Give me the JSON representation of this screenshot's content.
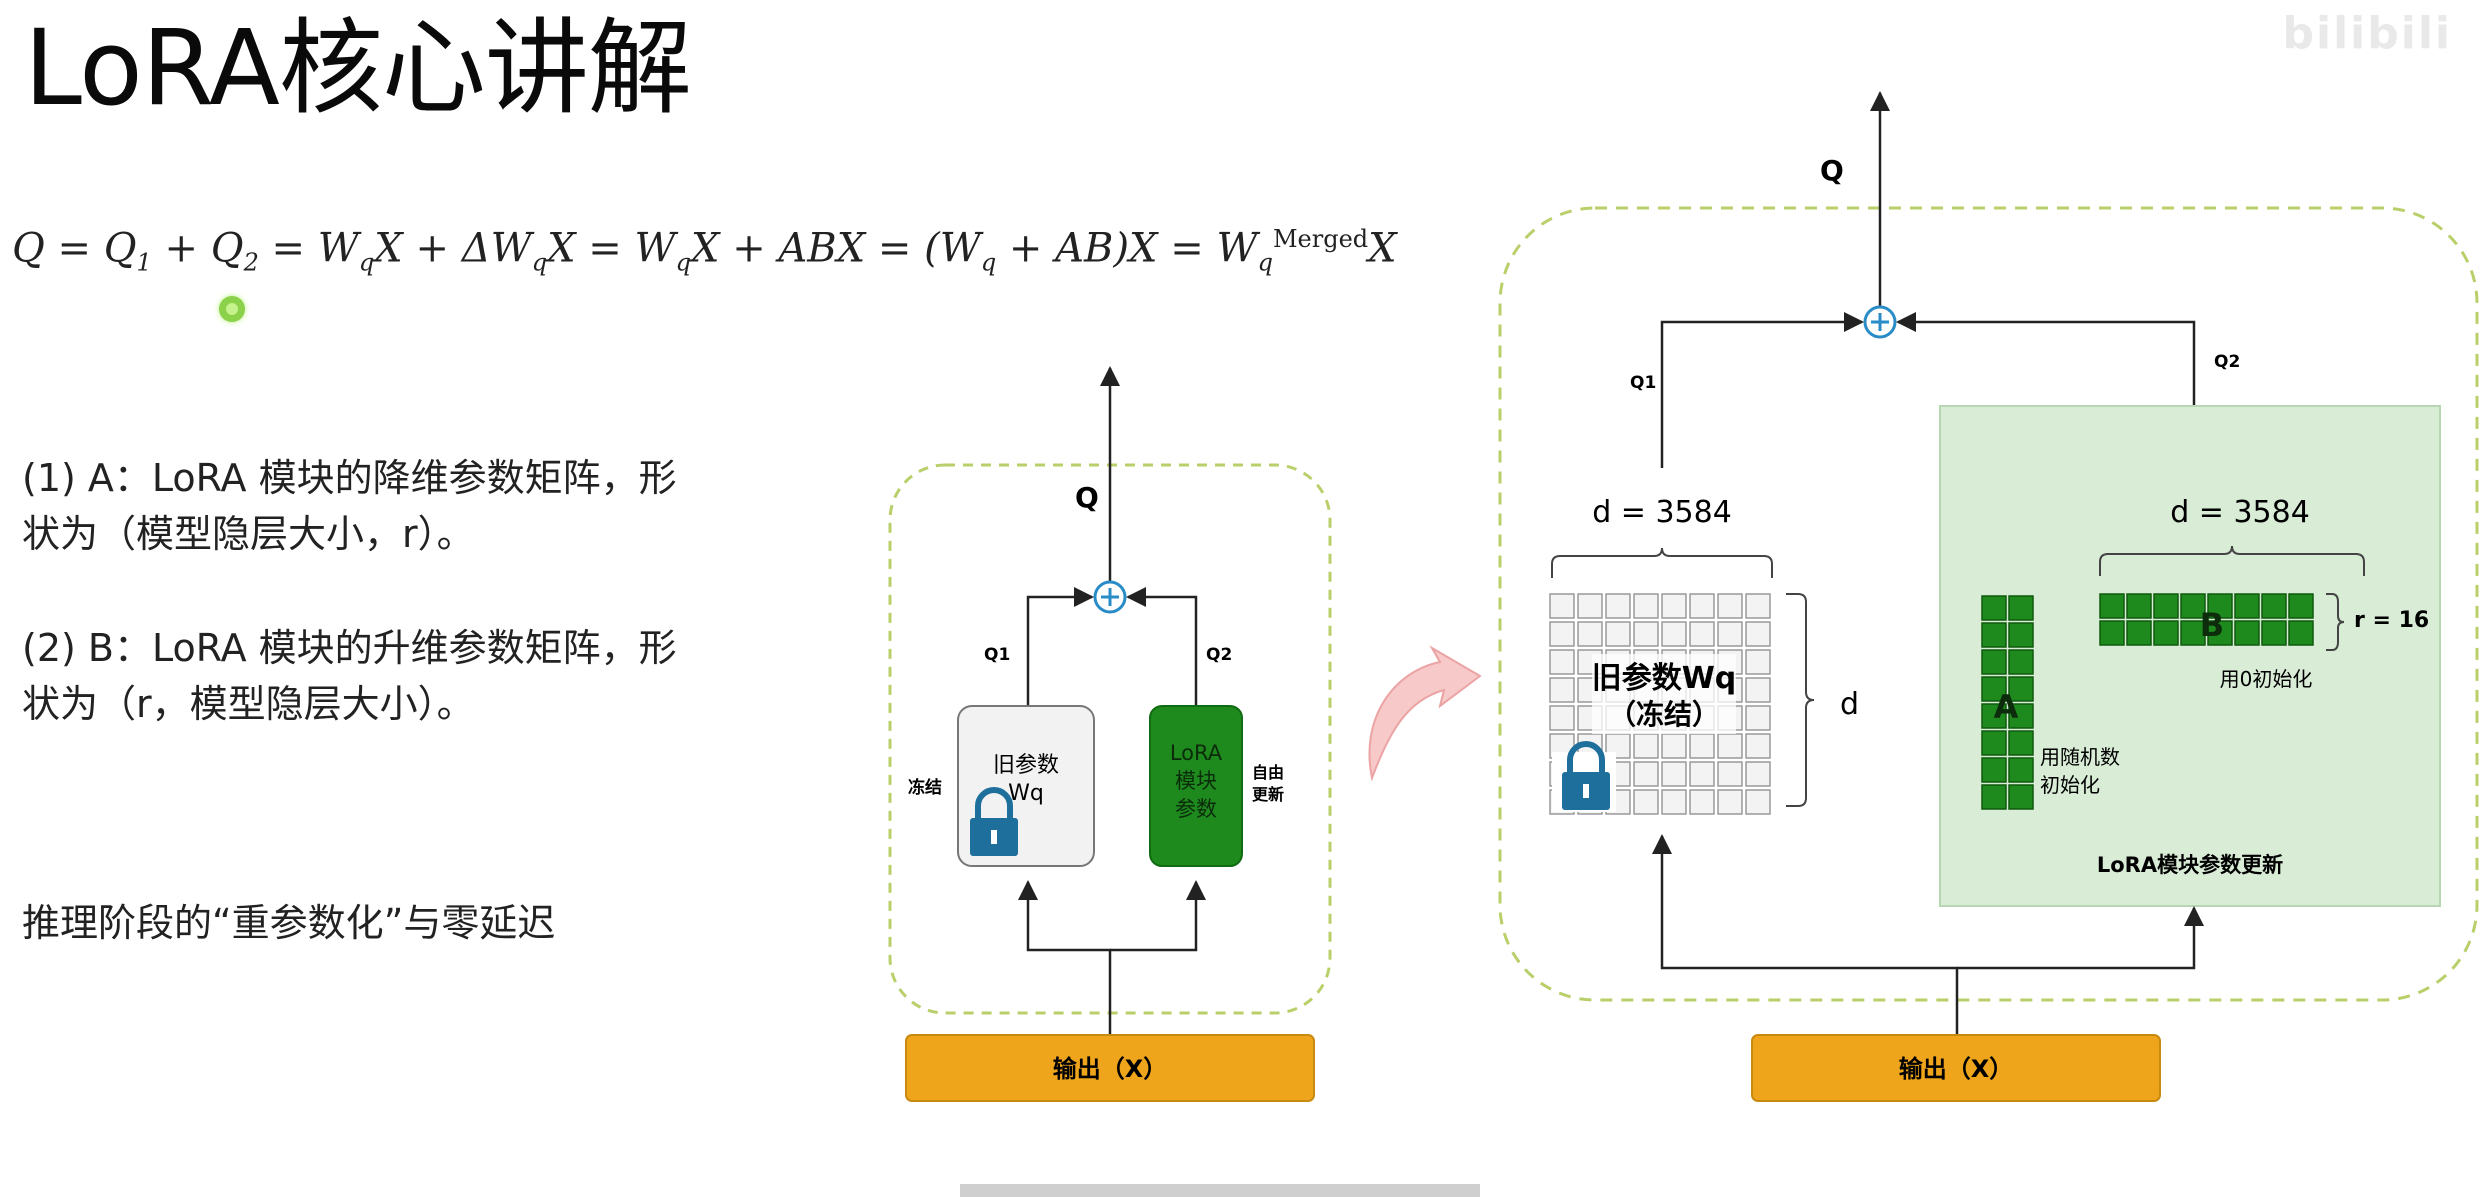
{
  "title": "LoRA核心讲解",
  "formula": "Q = Q₁ + Q₂ = W_qX + ΔW_qX = W_qX + ABX = (W_q + AB)X = W_q^Merged X",
  "formula_parts": {
    "lhs": "Q = Q",
    "q1_sub": "1",
    "plus_q": " + Q",
    "q2_sub": "2",
    "eq_w": " = W",
    "q_sub": "q",
    "x1": "X + ΔW",
    "x2": "X = W",
    "x3": "X + ABX = (W",
    "x4": " + AB)X = W",
    "merged": "Merged",
    "x5": "X"
  },
  "notes": {
    "a_line1": "(1) A：LoRA 模块的降维参数矩阵，形",
    "a_line2": "状为（模型隐层大小，r）。",
    "b_line1": "(2) B：LoRA 模块的升维参数矩阵，形",
    "b_line2": "状为（r，模型隐层大小）。",
    "inference": "推理阶段的“重参数化”与零延迟"
  },
  "watermark": "bilibili",
  "small_diagram": {
    "q_label": "Q",
    "q1": "Q1",
    "q2": "Q2",
    "frozen_label": "冻结",
    "old_param_line1": "旧参数",
    "old_param_line2": "Wq",
    "lora_line1": "LoRA",
    "lora_line2": "模块",
    "lora_line3": "参数",
    "free_line1": "自由",
    "free_line2": "更新",
    "input": "输出（X）"
  },
  "large_diagram": {
    "q_label": "Q",
    "q1": "Q1",
    "q2": "Q2",
    "d_top_left": "d = 3584",
    "d_top_right": "d = 3584",
    "old_param_line1": "旧参数Wq",
    "old_param_line2": "（冻结）",
    "d_side": "d",
    "a_label": "A",
    "b_label": "B",
    "r_label": "r = 16",
    "b_init": "用0初始化",
    "a_init_line1": "用随机数",
    "a_init_line2": "初始化",
    "lora_update": "LoRA模块参数更新",
    "input": "输出（X）"
  },
  "colors": {
    "dashed_border": "#b9cf6a",
    "lora_green": "#1e8a1e",
    "lora_panel": "#d8ecd6",
    "input_bar": "#efa51b",
    "lock_blue": "#1f6f9c",
    "plus_blue": "#2a8cc7",
    "arrow_pink": "#f2b1b1"
  }
}
